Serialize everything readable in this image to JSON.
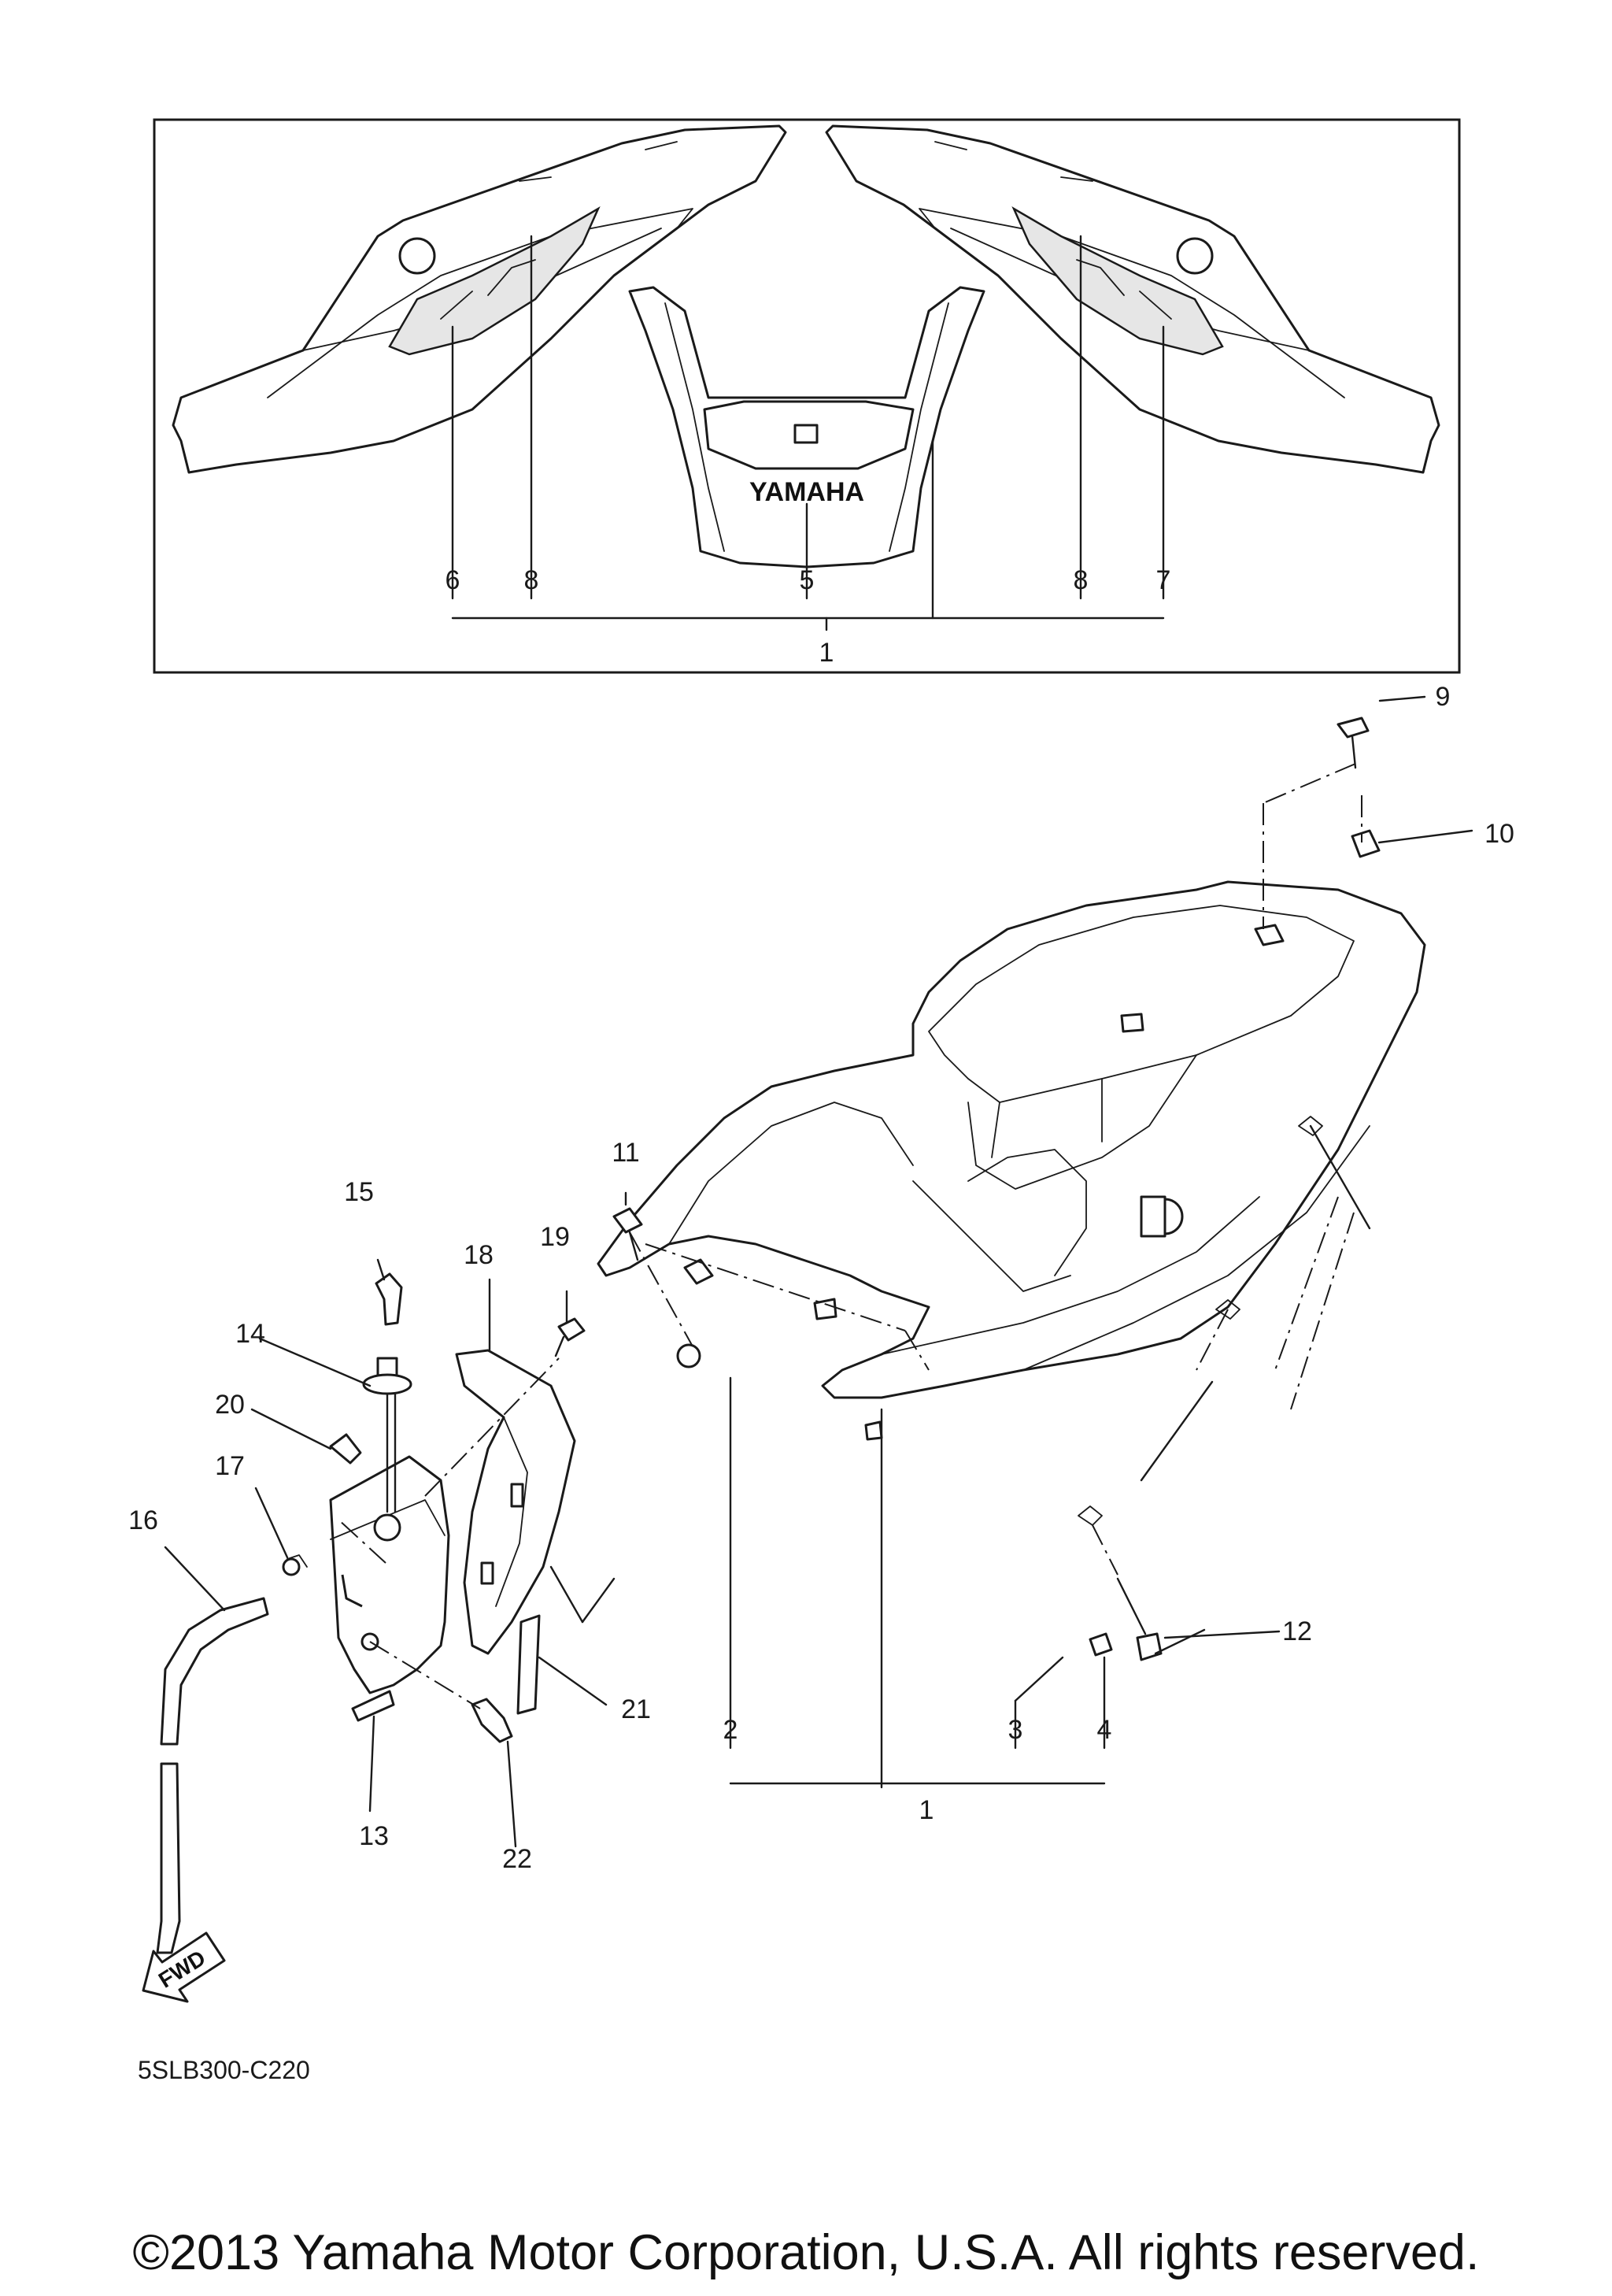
{
  "diagram": {
    "code": "5SLB300-C220",
    "copyright": "©2013 Yamaha Motor Corporation, U.S.A. All rights reserved.",
    "brand_text": "YAMAHA",
    "direction_label": "FWD",
    "callouts": {
      "c1_top": "1",
      "c5": "5",
      "c6": "6",
      "c7": "7",
      "c8a": "8",
      "c8b": "8",
      "c9": "9",
      "c10": "10",
      "c11": "11",
      "c12": "12",
      "c13": "13",
      "c14": "14",
      "c15": "15",
      "c16": "16",
      "c17": "17",
      "c18": "18",
      "c19": "19",
      "c20": "20",
      "c21": "21",
      "c22": "22",
      "c2": "2",
      "c3": "3",
      "c4": "4",
      "c1_bottom": "1"
    }
  }
}
